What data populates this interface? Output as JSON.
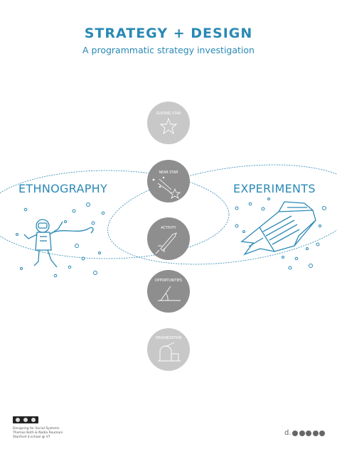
{
  "header": {
    "title": "STRATEGY + DESIGN",
    "subtitle": "A programmatic strategy investigation"
  },
  "sides": {
    "left": "ETHNOGRAPHY",
    "right": "EXPERIMENTS"
  },
  "nodes": [
    {
      "label": "GUIDING STAR",
      "icon": "star-icon",
      "tone": "light"
    },
    {
      "label": "NEAR STAR",
      "icon": "shooting-star-icon",
      "tone": "dark"
    },
    {
      "label": "ACTIVITY",
      "icon": "rocket-icon",
      "tone": "dark"
    },
    {
      "label": "OPPORTUNITIES",
      "icon": "angle-icon",
      "tone": "dark"
    },
    {
      "label": "ORGANIZATION",
      "icon": "observatory-icon",
      "tone": "light"
    }
  ],
  "colors": {
    "accent": "#2a89b5",
    "node_light": "#c8c8c8",
    "node_dark": "#8e8e8e"
  },
  "footer": {
    "line1": "Designing for Social Systems",
    "line2": "Thomas Both & Nadia Roumani",
    "line3": "Stanford d.school @ V7",
    "logo": "d."
  }
}
